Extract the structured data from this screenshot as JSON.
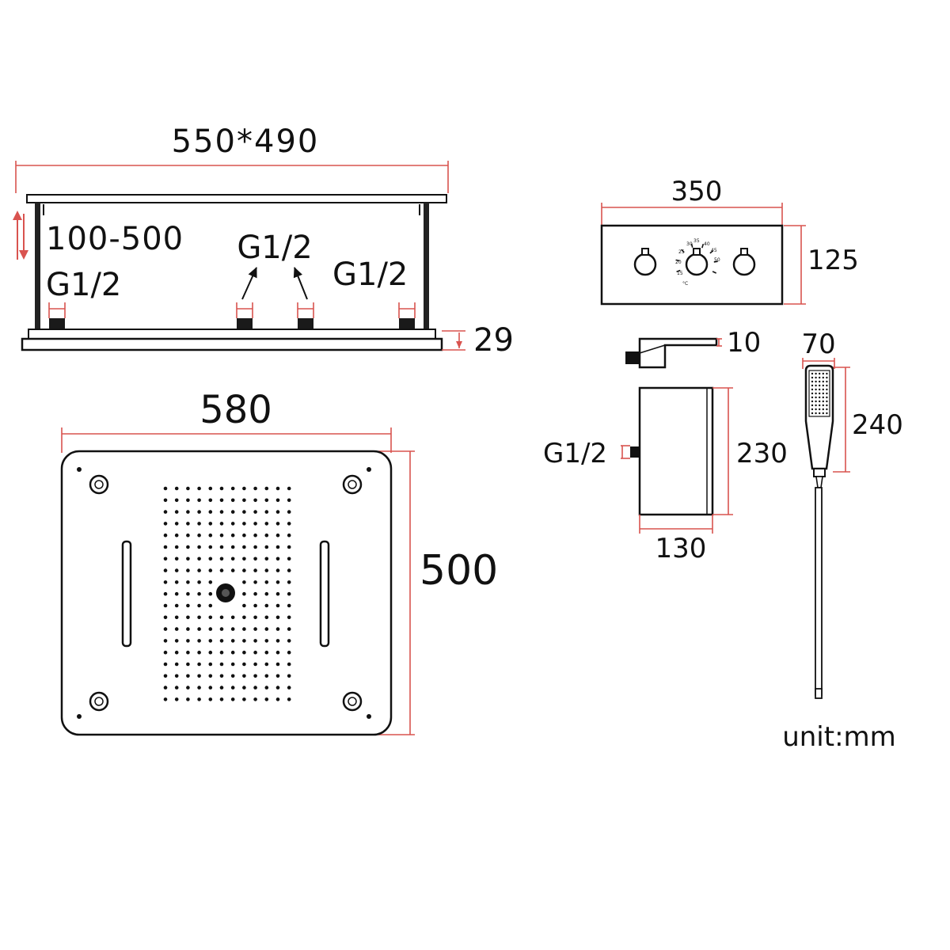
{
  "colors": {
    "outline": "#111111",
    "dimension": "#d9534f",
    "background": "#ffffff"
  },
  "ceiling_frame": {
    "width_label": "550*490",
    "height_range_label": "100-500",
    "inlet_left_label": "G1/2",
    "inlet_center_label": "G1/2",
    "inlet_right_label": "G1/2",
    "thickness_label": "29"
  },
  "shower_panel": {
    "width_label": "580",
    "height_label": "500"
  },
  "thermostat_plate": {
    "width_label": "350",
    "height_label": "125",
    "dial_scale": [
      "15",
      "20",
      "25",
      "30",
      "35",
      "40",
      "45",
      "50",
      "°C"
    ]
  },
  "wall_elbow": {
    "thickness_label": "10"
  },
  "valve_body": {
    "inlet_label": "G1/2",
    "height_label": "230",
    "width_label": "130"
  },
  "hand_shower": {
    "width_label": "70",
    "height_label": "240"
  },
  "units": {
    "label": "unit:mm"
  }
}
